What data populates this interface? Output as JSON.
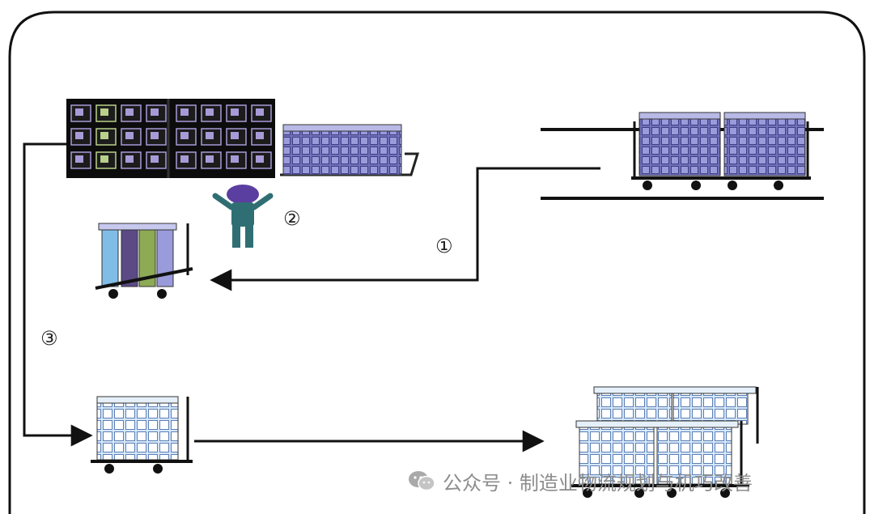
{
  "steps": {
    "step1": "①",
    "step2": "②",
    "step3": "③"
  },
  "watermark": {
    "text": "公众号 · 制造业物流规划与机巧改善"
  },
  "colors": {
    "frame": "#111111",
    "shelf": "#0c0c0c",
    "crate_purple": "#8e8fd0",
    "crate_blue": "#cfe3f6",
    "crate_cyan": "#7fbde6",
    "crate_green": "#8daa55",
    "crate_darkpurple": "#5b4a86",
    "worker_head": "#5a3fa0",
    "worker_body": "#2f6f74",
    "arrow": "#111111"
  }
}
